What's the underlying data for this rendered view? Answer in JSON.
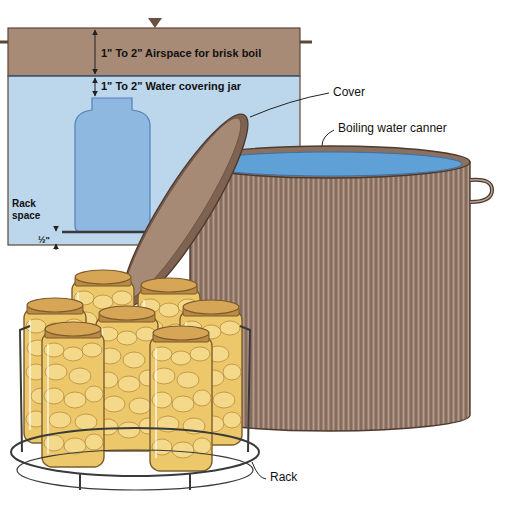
{
  "diagram": {
    "labels": [
      "1\" To 2\" Airspace for brisk boil",
      "1\" To 2\" Water covering jar",
      "Rack space",
      "½\"",
      "Cover",
      "Boiling water canner",
      "Rack"
    ]
  }
}
